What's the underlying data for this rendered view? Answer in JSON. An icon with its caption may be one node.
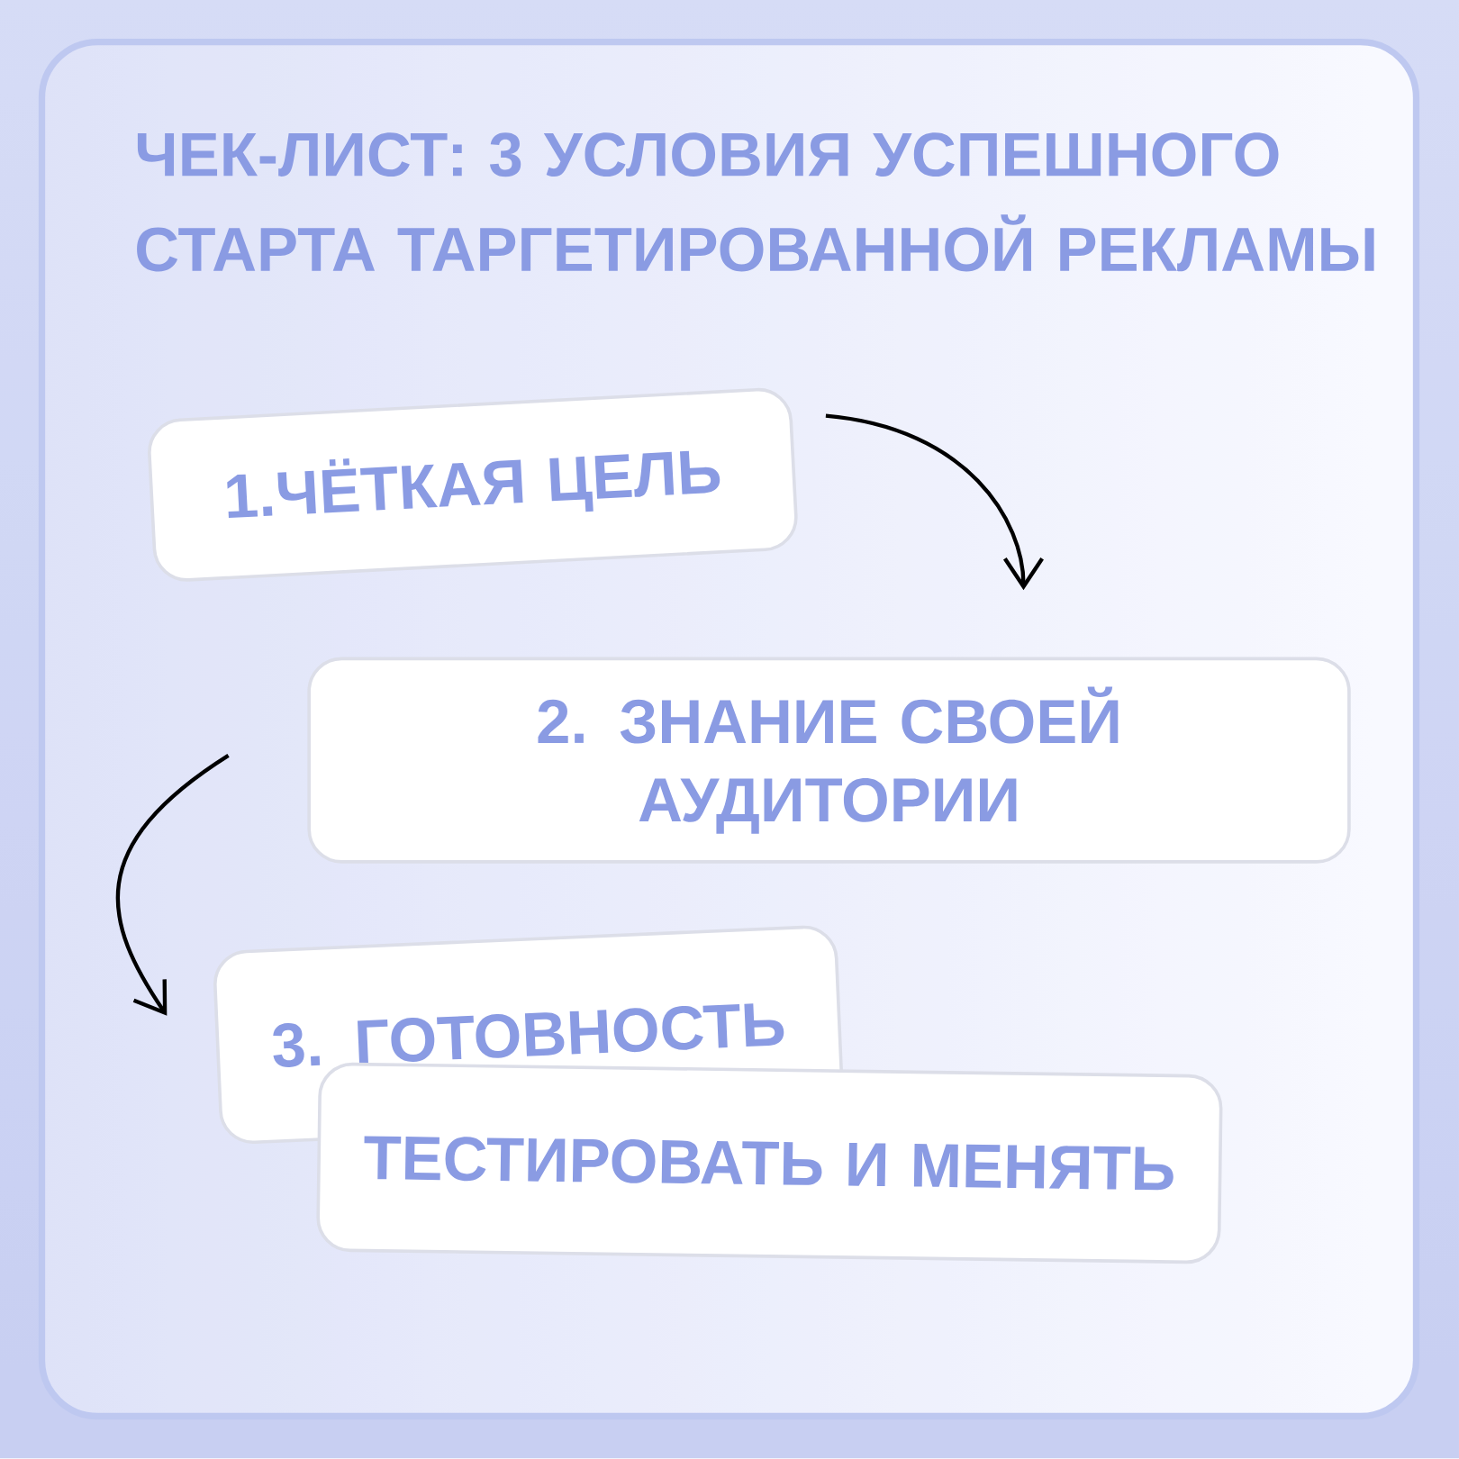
{
  "diagram": {
    "title": "ЧЕК-ЛИСТ: 3 УСЛОВИЯ УСПЕШНОГО СТАРТА ТАРГЕТИРОВАННОЙ РЕКЛАМЫ",
    "nodes": [
      {
        "text": [
          "1.ЧЁТКАЯ ЦЕЛЬ"
        ]
      },
      {
        "text": [
          "2. ЗНАНИЕ СВОЕЙ АУДИТОРИИ"
        ]
      },
      {
        "text": [
          "3. ГОТОВНОСТЬ"
        ]
      },
      {
        "text": [
          "ТЕСТИРОВАТЬ И МЕНЯТЬ"
        ]
      }
    ],
    "edges": [
      {
        "from": 0,
        "to": 1,
        "arrow": "to"
      },
      {
        "from": 1,
        "to": 2,
        "arrow": "to"
      }
    ]
  }
}
